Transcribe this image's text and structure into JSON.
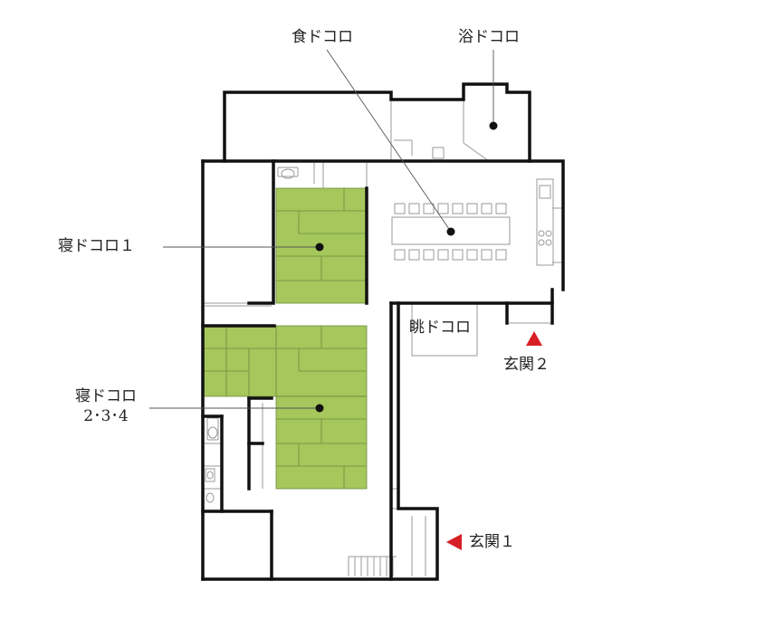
{
  "colors": {
    "wall": "#111111",
    "thin": "#9a9a9a",
    "tatami": "#a5c75c",
    "tatami_line": "#6e8a3b",
    "entrance_marker": "#d71f26",
    "dot": "#111111"
  },
  "labels": {
    "dining": "食ドコロ",
    "bath": "浴ドコロ",
    "bedroom1": "寝ドコロ１",
    "bedroom234_line1": "寝ドコロ",
    "bedroom234_line2": "2･3･4",
    "view": "眺ドコロ",
    "entrance2": "玄関２",
    "entrance1": "玄関１"
  },
  "icons": {
    "entrance_marker": "triangle-icon",
    "room_marker": "dot-icon"
  }
}
